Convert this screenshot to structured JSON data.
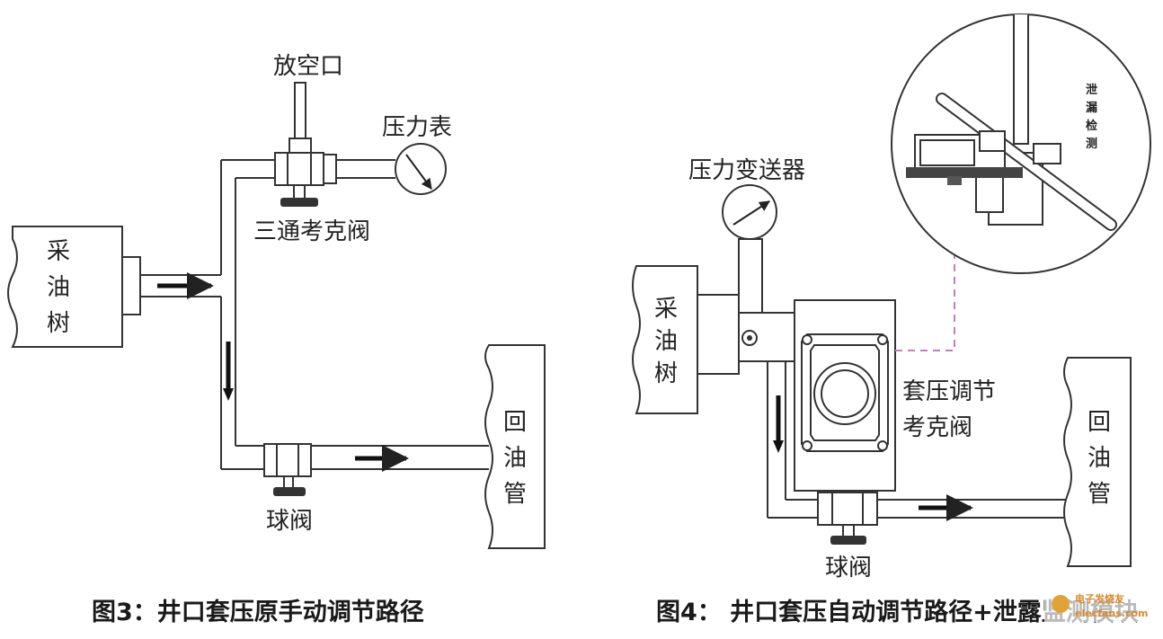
{
  "fig3": {
    "caption": "图3：井口套压原手动调节路径",
    "tree_label": [
      "采",
      "油",
      "树"
    ],
    "vent_label": "放空口",
    "gauge_label": "压力表",
    "three_way_label": "三通考克阀",
    "ball_valve_label": "球阀",
    "return_label": [
      "回",
      "油",
      "管"
    ]
  },
  "fig4": {
    "caption": "图4： 井口套压自动调节路径+泄露监测模块",
    "tree_label": [
      "采",
      "油",
      "树"
    ],
    "transmitter_label": "压力变送器",
    "regulator_label_line1": "套压调节",
    "regulator_label_line2": "考克阀",
    "ball_valve_label": "球阀",
    "return_label": [
      "回",
      "油",
      "管"
    ],
    "leak_label": [
      "泄",
      "漏",
      "检",
      "测"
    ]
  },
  "watermark": "电子发烧友",
  "watermark_url": "elecfans.com",
  "colors": {
    "line": "#333333",
    "dashed_link": "#c77bc4",
    "watermark": "#d98a2a"
  }
}
